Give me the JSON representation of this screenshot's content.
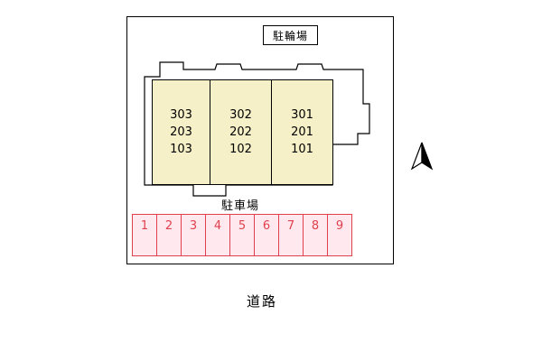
{
  "diagram": {
    "bicycle_parking": {
      "label": "駐輪場"
    },
    "car_parking": {
      "label": "駐車場"
    },
    "road": {
      "label": "道路"
    },
    "building": {
      "units": [
        {
          "lines": [
            "303",
            "203",
            "103"
          ]
        },
        {
          "lines": [
            "302",
            "202",
            "102"
          ]
        },
        {
          "lines": [
            "301",
            "201",
            "101"
          ]
        }
      ]
    },
    "parking_spaces": [
      "1",
      "2",
      "3",
      "4",
      "5",
      "6",
      "7",
      "8",
      "9"
    ],
    "icons": {
      "north_arrow": "north-arrow"
    },
    "colors": {
      "unit_fill": "#f6f0c8",
      "parking_fill": "#ffe9ee",
      "parking_accent": "#e0404e",
      "outline": "#000000"
    }
  }
}
